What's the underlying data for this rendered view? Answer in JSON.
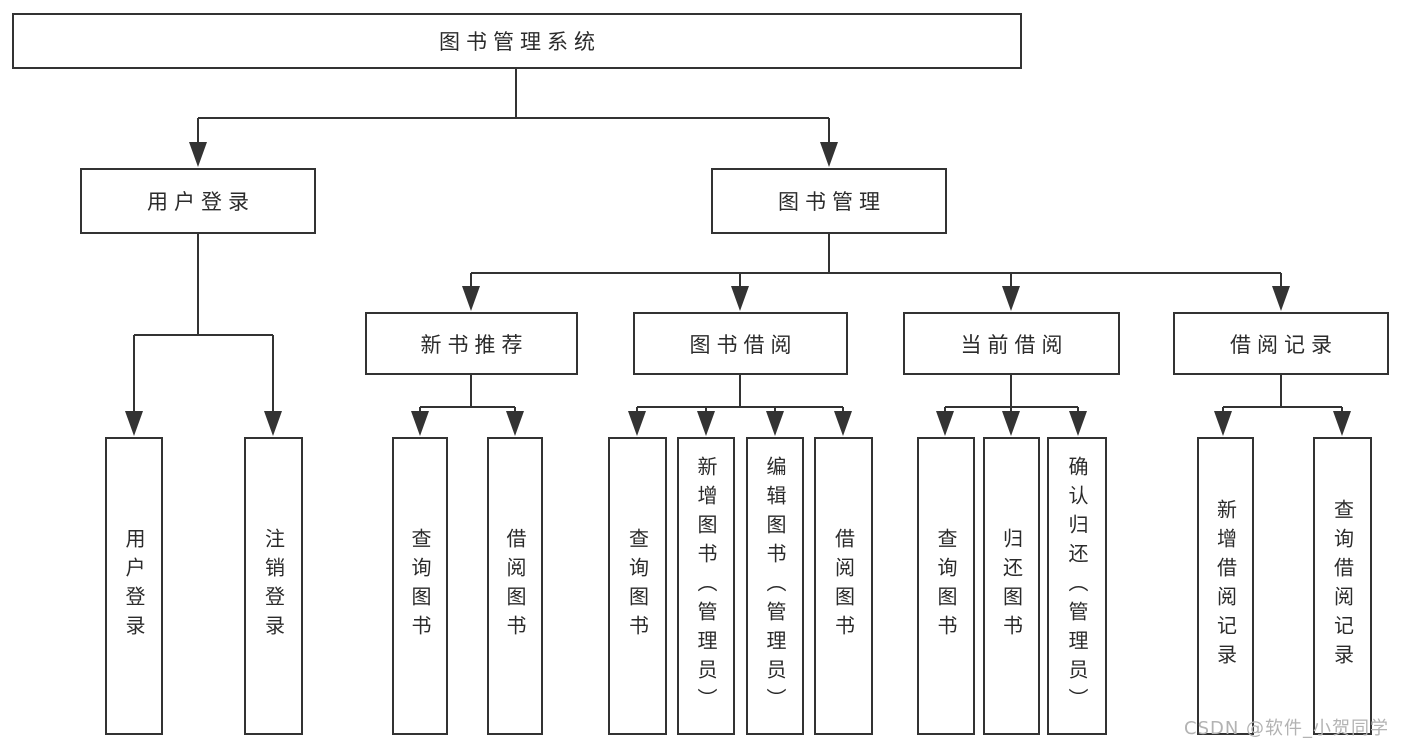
{
  "tree": {
    "root": "图书管理系统",
    "branches": [
      {
        "label": "用户登录",
        "children": [
          "用户登录",
          "注销登录"
        ]
      },
      {
        "label": "图书管理",
        "sections": [
          {
            "label": "新书推荐",
            "children": [
              "查询图书",
              "借阅图书"
            ]
          },
          {
            "label": "图书借阅",
            "children": [
              "查询图书",
              "新增图书（管理员）",
              "编辑图书（管理员）",
              "借阅图书"
            ]
          },
          {
            "label": "当前借阅",
            "children": [
              "查询图书",
              "归还图书",
              "确认归还（管理员）"
            ]
          },
          {
            "label": "借阅记录",
            "children": [
              "新增借阅记录",
              "查询借阅记录"
            ]
          }
        ]
      }
    ]
  },
  "watermark": "CSDN @软件_小贺同学",
  "colors": {
    "line": "#333333",
    "text": "#2b2b2b",
    "watermark": "#b3b3b3",
    "background": "#ffffff"
  }
}
